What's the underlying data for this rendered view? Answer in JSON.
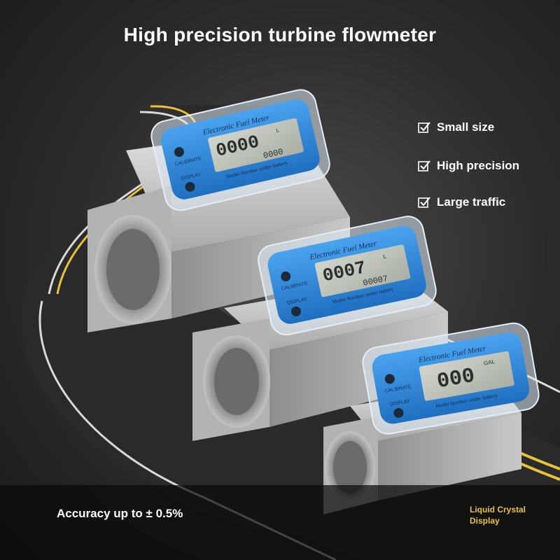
{
  "headline": "High precision turbine flowmeter",
  "features": [
    {
      "label": "Small size",
      "icon": "checkbox-checked-icon"
    },
    {
      "label": "High precision",
      "icon": "checkbox-checked-icon"
    },
    {
      "label": "Large traffic",
      "icon": "checkbox-checked-icon"
    }
  ],
  "accuracy": "Accuracy up to ± 0.5%",
  "lcd_caption": {
    "line1": "Liquid Crystal",
    "line2": "Display"
  },
  "meters": [
    {
      "brand": "Electronic Fuel Meter",
      "reading": "0000",
      "subreading": "0000",
      "unit": "L",
      "calibrate": "CALIBRATE",
      "display": "DISPLAY",
      "model": "Model Number under battery"
    },
    {
      "brand": "Electronic Fuel Meter",
      "reading": "0007",
      "subreading": "00007",
      "unit": "L",
      "calibrate": "CALIBRATE",
      "display": "DISPLAY",
      "model": "Model Number under battery"
    },
    {
      "brand": "Electronic Fuel Meter",
      "reading": "000",
      "subreading": "",
      "unit": "GAL",
      "calibrate": "CALIBRATE",
      "display": "DISPLAY",
      "model": "Model Number under battery"
    }
  ],
  "colors": {
    "meter_blue": "#2f86d6",
    "lcd": "#b9bfb6",
    "road_line": "#e8c23a",
    "body_metal": "#b8b8b8",
    "caption": "#e8c23a"
  }
}
